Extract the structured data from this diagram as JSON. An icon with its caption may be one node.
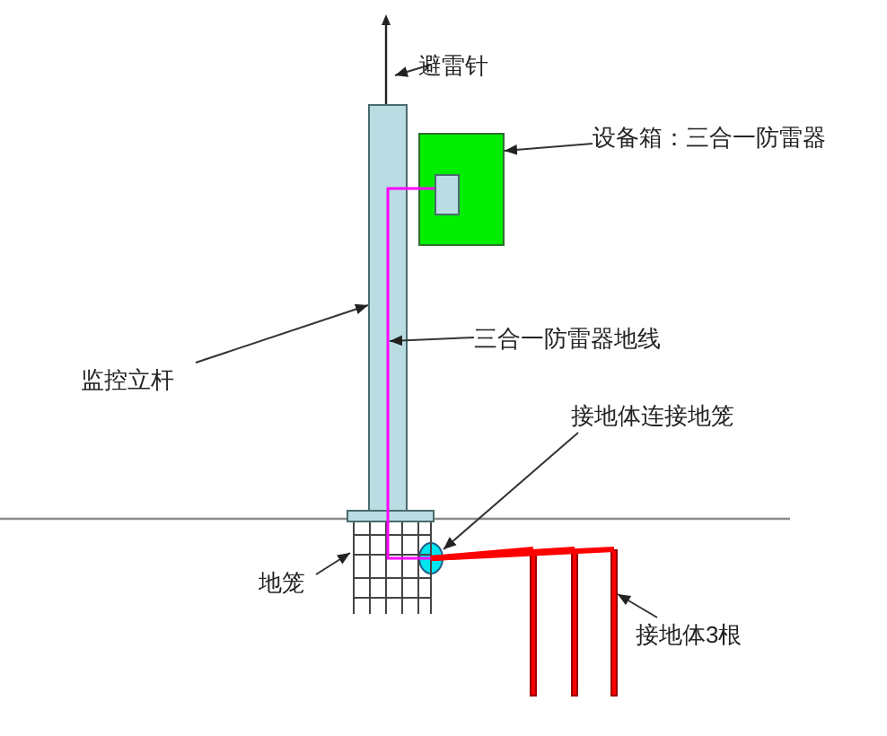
{
  "diagram": {
    "nodes": [
      {
        "text": [
          "避雷针"
        ]
      },
      {
        "text": [],
        "shape": "bar"
      },
      {
        "text": [
          "设备箱：三合一防雷器"
        ]
      },
      {
        "text": [],
        "shape": "box"
      },
      {
        "text": [],
        "shape": "box",
        "in": 3
      },
      {
        "text": [
          "监控立杆"
        ]
      },
      {
        "text": [],
        "shape": "bar"
      },
      {
        "text": [
          "三合一防雷器地线"
        ]
      },
      {
        "text": [
          "接地体连接地笼"
        ]
      },
      {
        "text": [],
        "shape": "circle"
      },
      {
        "text": [
          "地笼"
        ]
      },
      {
        "text": [],
        "shape": "box"
      },
      {
        "text": [
          "接地体3根"
        ]
      },
      {
        "text": [],
        "shape": "bar"
      },
      {
        "text": [],
        "shape": "bar"
      },
      {
        "text": [],
        "shape": "bar"
      },
      {
        "text": [],
        "shape": "line"
      }
    ],
    "edges": [
      {
        "from": 0,
        "to": 1,
        "arrow": "to"
      },
      {
        "from": 2,
        "to": 3,
        "arrow": "to"
      },
      {
        "from": 5,
        "to": 6,
        "arrow": "to"
      },
      {
        "from": 7,
        "to": 16,
        "arrow": "to"
      },
      {
        "from": 8,
        "to": 9,
        "arrow": "to"
      },
      {
        "from": 10,
        "to": 11,
        "arrow": "to"
      },
      {
        "from": 12,
        "to": 15,
        "arrow": "to"
      },
      {
        "from": 9,
        "to": 13,
        "arrow": "none",
        "style": "thick",
        "color": "#ff0000"
      },
      {
        "from": 9,
        "to": 14,
        "arrow": "none",
        "style": "thick",
        "color": "#ff0000"
      },
      {
        "from": 9,
        "to": 15,
        "arrow": "none",
        "style": "thick",
        "color": "#ff0000"
      }
    ]
  }
}
